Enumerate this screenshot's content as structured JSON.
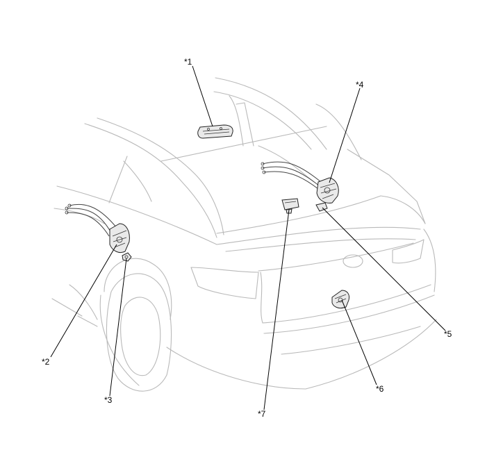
{
  "callouts": [
    {
      "id": "1",
      "label": "*1"
    },
    {
      "id": "2",
      "label": "*2"
    },
    {
      "id": "3",
      "label": "*3"
    },
    {
      "id": "4",
      "label": "*4"
    },
    {
      "id": "5",
      "label": "*5"
    },
    {
      "id": "6",
      "label": "*6"
    },
    {
      "id": "7",
      "label": "*7"
    }
  ],
  "colors": {
    "body_outline": "#b9b9b9",
    "part_stroke": "#222222",
    "leader_line": "#000000"
  }
}
